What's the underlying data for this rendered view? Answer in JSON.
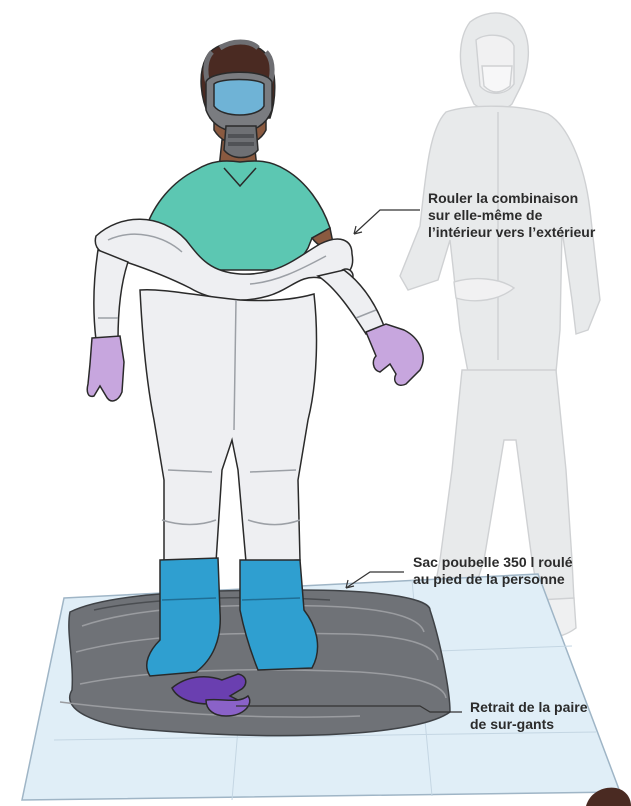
{
  "annotations": [
    {
      "lines": [
        "Rouler la combinaison",
        "sur elle-même de",
        "l’intérieur vers l’extérieur"
      ]
    },
    {
      "lines": [
        "Sac poubelle 350 l roulé",
        "au pied de la personne"
      ]
    },
    {
      "lines": [
        "Retrait de la paire",
        "de sur-gants"
      ]
    }
  ],
  "colors": {
    "scrubs": "#5cc7b2",
    "suit": "#eeeff2",
    "gloves": "#c7a6de",
    "outer_gloves": "#6a3fb0",
    "boot_covers": "#2f9fd0",
    "mat": "#e0eef7",
    "bag": "#6f7277",
    "ghost": "#c9cbce",
    "arrow": "#333333"
  }
}
